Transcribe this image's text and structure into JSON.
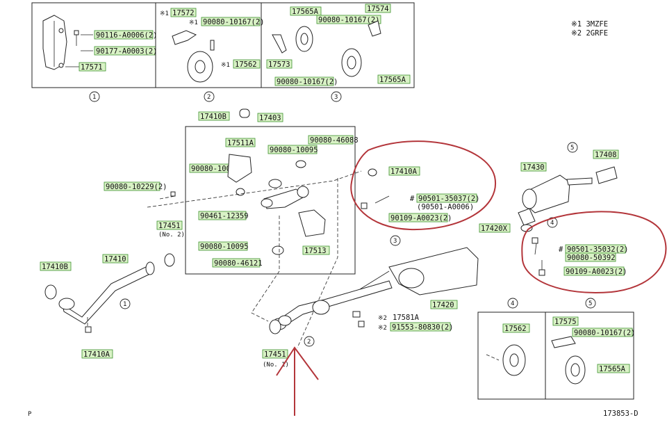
{
  "legend": {
    "note1": "※1  3MZFE",
    "note2": "※2  2GRFE"
  },
  "detail_boxes": {
    "box1": {
      "number": "1",
      "labels": [
        "90116-A0006(2)",
        "90177-A0003(2)",
        "17571"
      ]
    },
    "box2": {
      "number": "2",
      "labels": [
        "※1",
        "17572",
        "※1",
        "90080-10167(2)",
        "※1",
        "17562"
      ]
    },
    "box3": {
      "number": "3",
      "labels": [
        "17565A",
        "17574",
        "90080-10167(2)",
        "17573",
        "90080-10167(2)",
        "17565A"
      ]
    },
    "box4": {
      "number": "4",
      "labels": [
        "17562"
      ]
    },
    "box5": {
      "number": "5",
      "labels": [
        "17575",
        "90080-10167(2)",
        "17565A"
      ]
    }
  },
  "main_labels": {
    "p17410b_top": "17410B",
    "p17403": "17403",
    "p17511a": "17511A",
    "p90080_10095_a": "90080-10095",
    "p90080_46088": "90080-46088",
    "p90080_10095_b": "90080-10095",
    "p90080_10229": "90080-10229(2)",
    "p90461_12359": "90461-12359",
    "p90080_10095_c": "90080-10095",
    "p90080_46121": "90080-46121",
    "p17513": "17513",
    "p17410a_right": "17410A",
    "hash1": "#",
    "p90501_35037": "90501-35037(2)",
    "p90501_a000": "(90501-A0006)",
    "p90109_a0023_a": "90109-A0023(2)",
    "p17451_top": "17451",
    "p17451_top_note": "(No. 2)",
    "p17410b_left": "17410B",
    "p17410": "17410",
    "p17410a_bottom": "17410A",
    "p17430": "17430",
    "p17408": "17408",
    "p17420x": "17420X",
    "hash2": "#",
    "p90501_35032": "90501-35032(2)",
    "p90080_50392": "90080-50392",
    "p90109_a0023_b": "90109-A0023(2)",
    "p17420": "17420",
    "note2_a": "※2",
    "p17581a": "17581A",
    "note2_b": "※2",
    "p91553_80830": "91553-80830(2)",
    "p17451_bottom": "17451",
    "p17451_bottom_note": "(No. 1)",
    "callout_1": "1",
    "callout_2": "2",
    "callout_3": "3",
    "callout_4": "4",
    "callout_5": "5"
  },
  "footer": {
    "left": "P",
    "right": "173853-D"
  },
  "colors": {
    "highlight_fill": "#d9f2c6",
    "highlight_stroke": "#3a8f2a",
    "annotation_red": "#b3353a"
  }
}
